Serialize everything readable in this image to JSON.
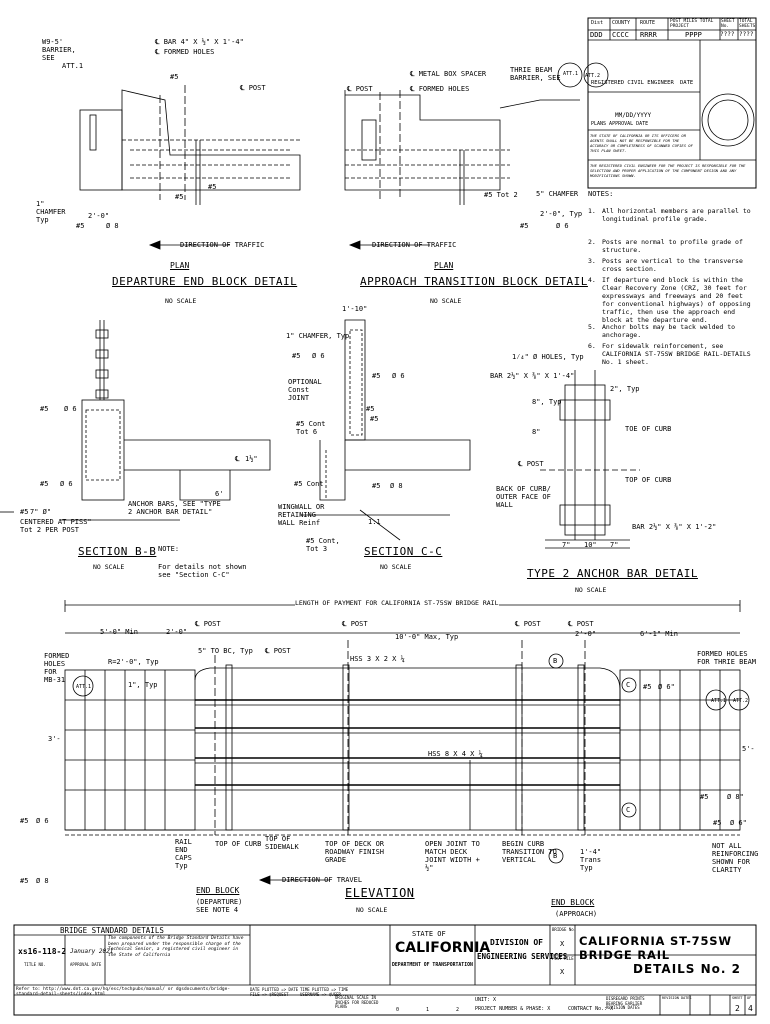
{
  "header": {
    "cols": [
      "Dist",
      "COUNTY",
      "ROUTE",
      "POST MILES TOTAL PROJECT",
      "SHEET No.",
      "TOTAL SHEETS"
    ],
    "vals": [
      "DDD",
      "CCCC",
      "RRRR",
      "PPPP",
      "????",
      "????"
    ],
    "engineer": "REGISTERED CIVIL ENGINEER",
    "date_label": "DATE",
    "approval_date": "MM/DD/YYYY",
    "approval_label": "PLANS APPROVAL DATE",
    "disclaimer1": "THE STATE OF CALIFORNIA OR ITS OFFICERS OR AGENTS SHALL NOT BE RESPONSIBLE FOR THE ACCURACY OR COMPLETENESS OF SCANNED COPIES OF THIS PLAN SHEET.",
    "disclaimer2": "THE REGISTERED CIVIL ENGINEER FOR THE PROJECT IS RESPONSIBLE FOR THE SELECTION AND PROPER APPLICATION OF THE COMPONENT DESIGN AND ANY MODIFICATIONS SHOWN."
  },
  "notes_title": "NOTES:",
  "notes": [
    "All horizontal members are parallel to longitudinal profile grade.",
    "Posts are normal to profile grade of structure.",
    "Posts are vertical to the transverse cross section.",
    "If departure end block is within the Clear Recovery Zone (CRZ, 30 feet for expressways and freeways and 20 feet for conventional highways) of opposing traffic, then use the approach end block at the departure end.",
    "Anchor bolts may be tack welded to anchorage.",
    "For sidewalk reinforcement, see CALIFORNIA ST-75SW BRIDGE RAIL-DETAILS No. 1 sheet."
  ],
  "plan_left": {
    "plan": "PLAN",
    "title": "DEPARTURE END BLOCK DETAIL",
    "scale": "NO SCALE",
    "labels": [
      "W9-5' BARRIER, SEE",
      "ATT.1",
      "℄ BAR 4\" X ½\" X 1'-4\"",
      "℄ FORMED HOLES",
      "#5",
      "℄ POST",
      "1\" CHAMFER Typ",
      "2'-0\"",
      "#5",
      "Ø 8",
      "#5",
      "#5",
      "DIRECTION OF TRAFFIC"
    ]
  },
  "plan_right": {
    "plan": "PLAN",
    "title": "APPROACH TRANSITION BLOCK DETAIL",
    "scale": "NO SCALE",
    "labels": [
      "℄ METAL BOX SPACER",
      "℄ FORMED HOLES",
      "℄ POST",
      "THRIE BEAM BARRIER, SEE",
      "ATT.1",
      "ATT.2",
      "5\" CHAMFER",
      "2'-0\", Typ",
      "#5",
      "Ø 6",
      "#5 Tot 2",
      "DIRECTION OF TRAFFIC"
    ]
  },
  "section_b": {
    "title": "SECTION B-B",
    "scale": "NO SCALE",
    "labels": [
      "#5",
      "Ø 6",
      "#5",
      "Ø 6",
      "#5",
      "7\" Ø\"",
      "CENTERED AT PISS\" Tot 2 PER POST",
      "ANCHOR BARS, SEE \"TYPE 2 ANCHOR BAR DETAIL\"",
      "6'",
      "℄",
      "1½\""
    ],
    "note_title": "NOTE:",
    "note": "For details not shown see \"Section C-C\""
  },
  "section_c": {
    "title": "SECTION C-C",
    "scale": "NO SCALE",
    "labels": [
      "1'-10\"",
      "1\" CHAMFER, Typ",
      "#5",
      "Ø 6",
      "#5",
      "Ø 6",
      "OPTIONAL Const JOINT",
      "#5",
      "#5",
      "#5 Cont Tot 6",
      "#5 Cont",
      "#5",
      "Ø 8",
      "WINGWALL OR RETAINING WALL Reinf",
      "#5 Cont, Tot 3",
      "1:1"
    ]
  },
  "anchor": {
    "title": "TYPE 2 ANCHOR BAR DETAIL",
    "scale": "NO SCALE",
    "labels": [
      "1⁄₄\" Ø HOLES, Typ",
      "BAR 2½\" X ⅜\" X 1'-4\"",
      "2\", Typ",
      "8\"",
      "8\", Typ",
      "TOE OF CURB",
      "℄ POST",
      "BACK OF CURB/ OUTER FACE OF WALL",
      "TOP OF CURB",
      "BAR 2½\" X ⅜\" X 1'-2\"",
      "7\"",
      "10\"",
      "7\""
    ]
  },
  "elevation": {
    "title": "ELEVATION",
    "scale": "NO SCALE",
    "length": "LENGTH OF PAYMENT FOR CALIFORNIA ST-75SW BRIDGE RAIL",
    "labels": [
      "5'-0\" Min",
      "2'-0\"",
      "℄ POST",
      "5\" TO BC, Typ",
      "℄ POST",
      "℄ POST",
      "10'-0\" Max, Typ",
      "℄ POST",
      "℄ POST",
      "2'-0\"",
      "6'-1\" Min",
      "FORMED HOLES FOR MB-31",
      "ATT.1",
      "R=2'-0\", Typ",
      "1\", Typ",
      "HSS 3 X 2 X ¼",
      "HSS 8 X 4 X ¼",
      "FORMED HOLES FOR THRIE BEAM",
      "ATT.1",
      "ATT.2",
      "#5",
      "Ø 6\"",
      "#5",
      "Ø 8\"",
      "#5",
      "Ø 6\"",
      "#5",
      "Ø 6",
      "#5",
      "Ø 8",
      "RAIL END CAPS Typ",
      "TOP OF CURB",
      "TOP OF SIDEWALK",
      "TOP OF DECK OR ROADWAY FINISH GRADE",
      "OPEN JOINT TO MATCH DECK JOINT WIDTH + ½\"",
      "BEGIN CURB TRANSITION TO VERTICAL",
      "1'-4\" Trans Typ",
      "NOT ALL REINFORCING SHOWN FOR CLARITY",
      "DIRECTION OF TRAVEL",
      "B",
      "B",
      "C",
      "C",
      "3'-",
      "5'-"
    ],
    "end_left": "END BLOCK",
    "end_left_sub": "(DEPARTURE) SEE NOTE 4",
    "end_right": "END BLOCK",
    "end_right_sub": "(APPROACH)"
  },
  "titleblock": {
    "bsd": "BRIDGE STANDARD DETAILS",
    "std_no": "xs16-118-2",
    "std_date": "January 2021",
    "title_no": "TITLE NO.",
    "approval_date": "APPROVAL DATE",
    "blurb": "The components of the Bridge Standard Details have been prepared under the responsible charge of the Technical Senior, a registered civil engineer in the State of California",
    "state_of": "STATE OF",
    "california": "CALIFORNIA",
    "dot": "DEPARTMENT OF TRANSPORTATION",
    "division_of": "DIVISION OF",
    "eng_services": "ENGINEERING SERVICES",
    "bridge_no": "BRIDGE No.",
    "post_mile": "POST MILE",
    "x1": "X",
    "x2": "X",
    "main_title": "CALIFORNIA ST-75SW BRIDGE RAIL",
    "sub_title": "DETAILS No. 2",
    "refer": "Refer to: http://www.dot.ca.gov/hq/esc/techpubs/manual/ or dgsdocuments/bridge-standard-detail-sheets/index.html",
    "date_plotted": "DATE PLOTTED => DATE",
    "time_plotted": "TIME PLOTTED => TIME",
    "file": "FILE => $REQUEST",
    "username": "USERNAME => $USER",
    "orig_scale": "ORIGINAL SCALE IN INCHES FOR REDUCED PLANS",
    "s0": "0",
    "s1": "1",
    "s2": "2",
    "unit": "UNIT: X",
    "project": "PROJECT NUMBER & PHASE: X",
    "contract": "CONTRACT No.: X",
    "disregard": "DISREGARD PRINTS BEARING EARLIER REVISION DATES",
    "rev": "REVISION DATES",
    "sheet": "SHEET",
    "of": "OF",
    "sheet_no": "2",
    "of_no": "4"
  }
}
